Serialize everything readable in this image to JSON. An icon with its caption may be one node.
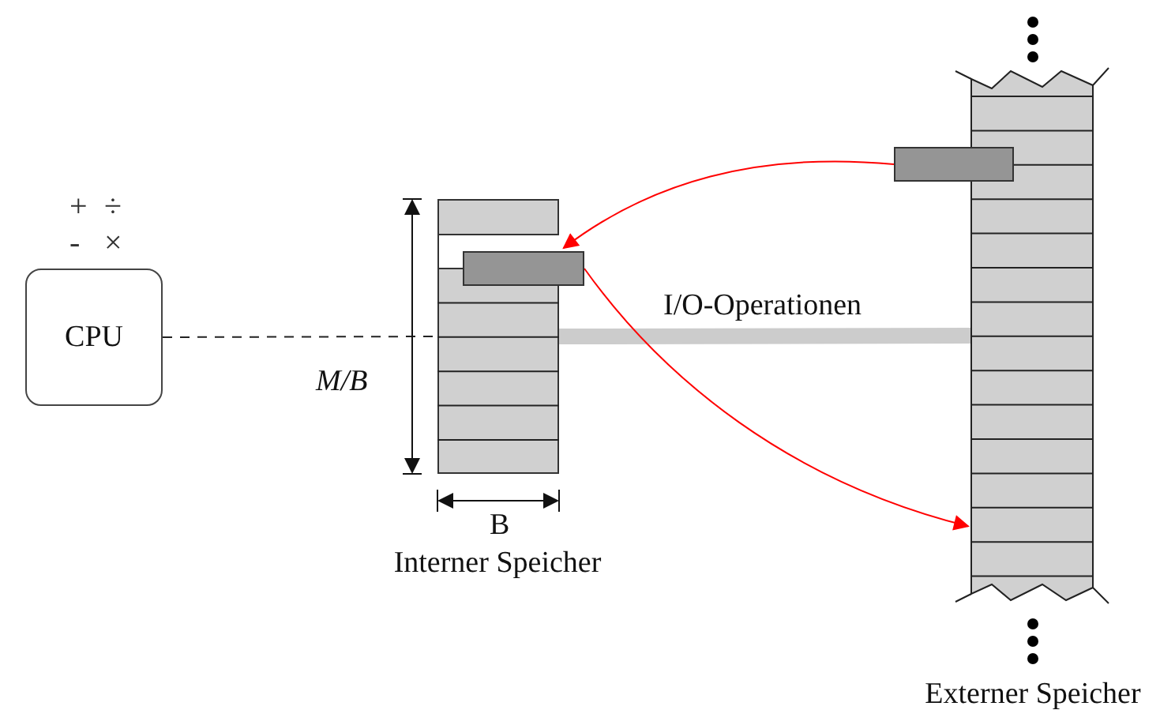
{
  "diagram": {
    "nodes": [
      {
        "text": [
          "CPU"
        ],
        "beside": [
          "+",
          "÷",
          "-",
          "×"
        ]
      },
      {
        "text": [
          "Interner Speicher"
        ]
      },
      {
        "text": [
          "Externer Speicher"
        ]
      },
      {
        "text": [],
        "shape": "box"
      },
      {
        "text": [],
        "shape": "box"
      }
    ],
    "edges": [
      {
        "from": 0,
        "to": 1,
        "arrow": "none",
        "style": "dashed",
        "color": "#222222"
      },
      {
        "from": 1,
        "to": 2,
        "arrow": "none",
        "style": "thick",
        "color": "#cccccc",
        "label": "I/O-Operationen"
      },
      {
        "from": 4,
        "to": 3,
        "arrow": "to",
        "color": "#ff0000"
      },
      {
        "from": 3,
        "to": 2,
        "arrow": "to",
        "color": "#ff0000"
      }
    ],
    "labels": [
      "M/B",
      "B"
    ]
  }
}
